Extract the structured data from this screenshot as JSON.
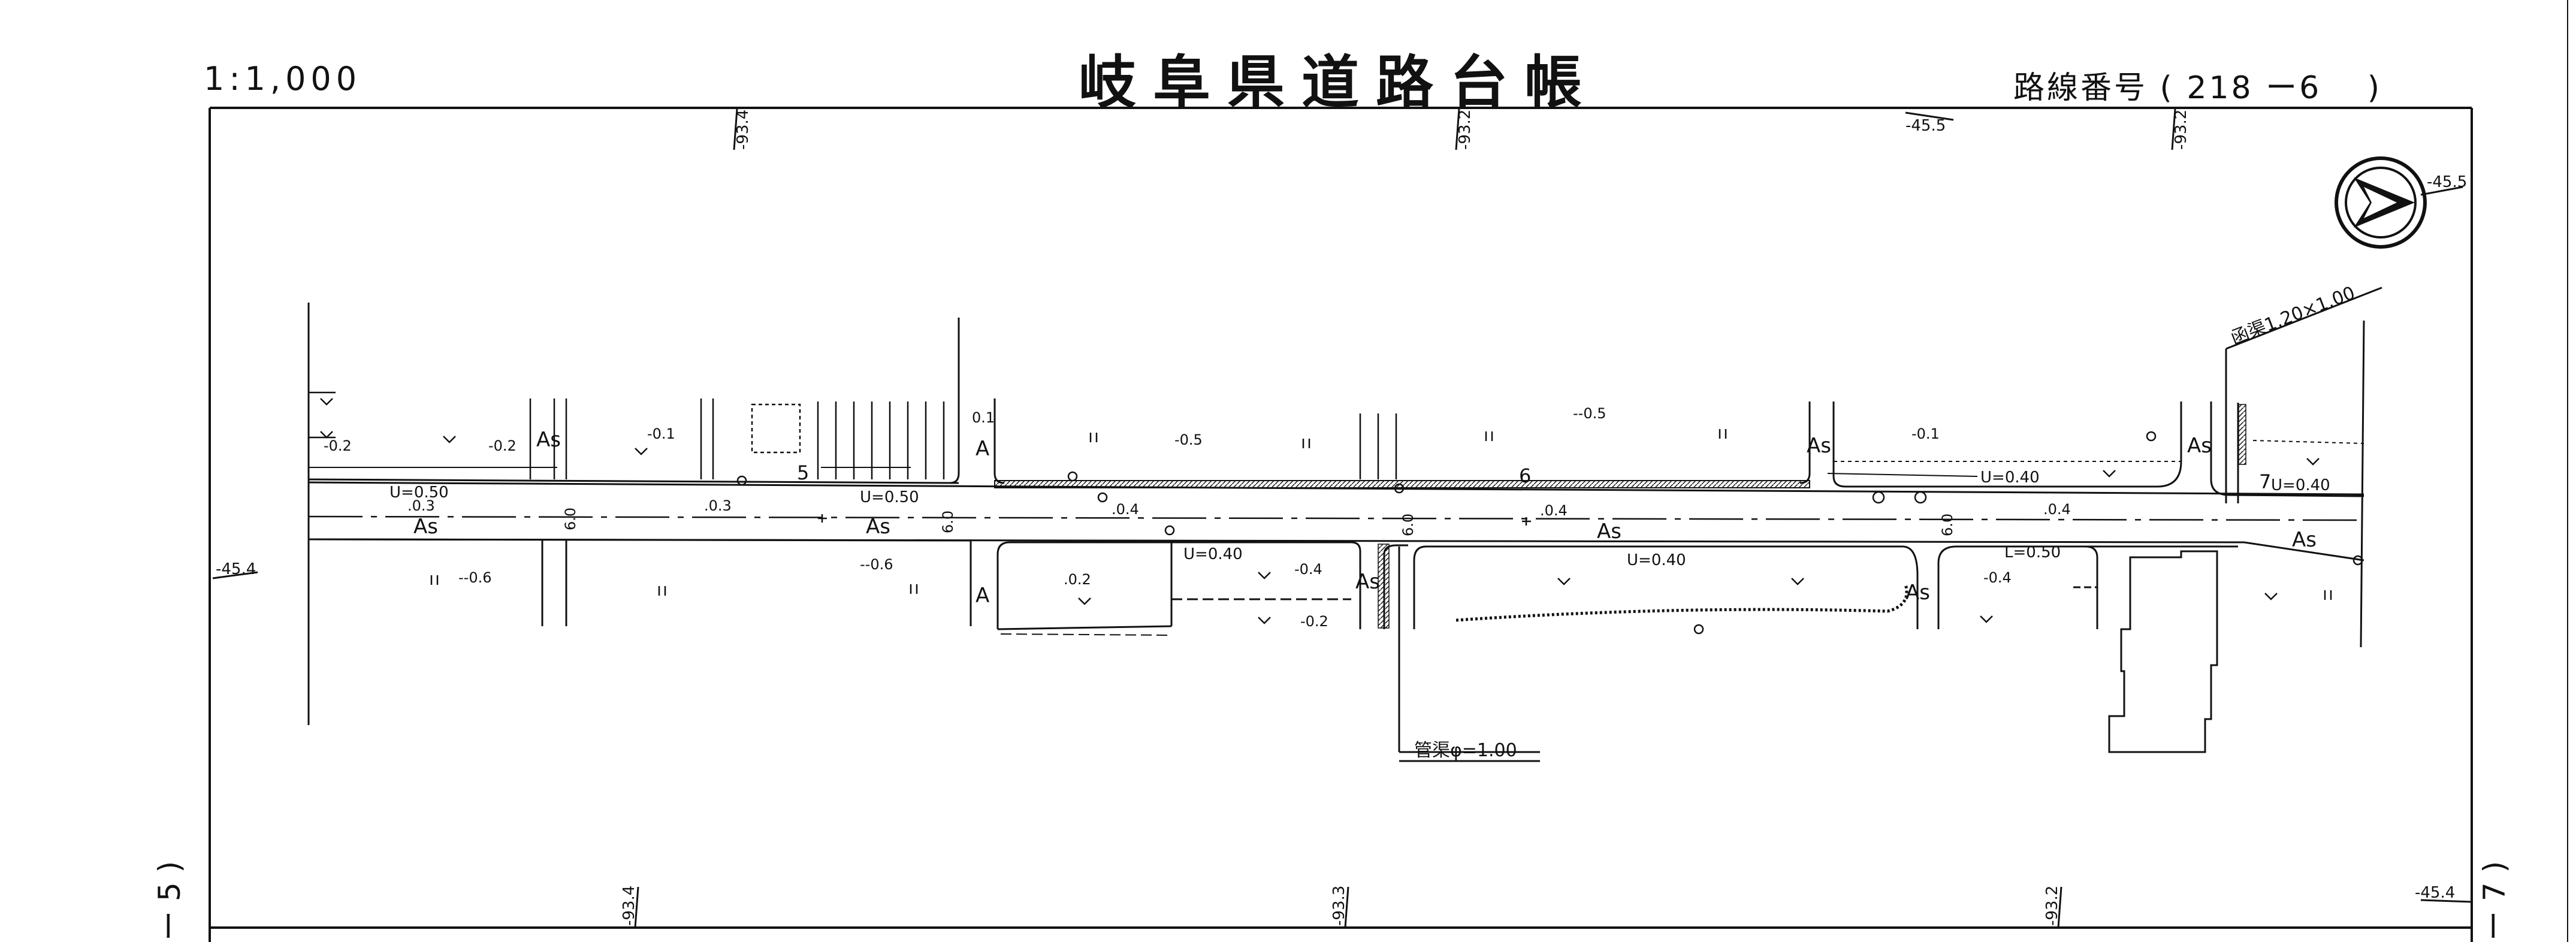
{
  "header": {
    "title": "岐阜県道路台帳",
    "scale": "1:1,000",
    "route_label": "路線番号",
    "route_value": "( 218 ー6　 )"
  },
  "margin_left": {
    "sheet_ref": "ー 5 )"
  },
  "margin_right": {
    "sheet_ref": "ー 7 )"
  },
  "grid_labels": {
    "top_1": "-93.4",
    "top_2": "-93.2",
    "top_3": "-45.5",
    "top_4": "-93.2",
    "right_top": "-45.5",
    "left_mid": "-45.4",
    "bottom_1": "-93.4",
    "bottom_2": "-93.3",
    "bottom_3": "-93.2",
    "bottom_right": "-45.4"
  },
  "annotations": {
    "culvert_box": "函渠1.20×1.00",
    "culvert_pipe": "管渠φ=1.00",
    "block_5": "5",
    "block_6": "6",
    "block_7": "7"
  },
  "surface_labels": {
    "as1": "As",
    "as2": "As",
    "as3": "As",
    "as4": "As",
    "as5": "As",
    "as6": "As",
    "as7": "As",
    "as8": "As",
    "as9": "As",
    "a1": "A",
    "a2": "A"
  },
  "ditch_labels": {
    "u1": "U=0.50",
    "u2": "U=0.50",
    "u3": "U=0.40",
    "u4": "U=0.40",
    "u5": "U=0.40",
    "u6": "U=0.40",
    "l1": "L=0.50"
  },
  "width_labels": {
    "w1": "6.0",
    "w2": "6.0",
    "w3": "6.0",
    "w4": "6.0"
  },
  "elevations": {
    "e1": "-0.2",
    "e2": "-0.2",
    "e3": "-0.1",
    "e4": "-0.5",
    "e5": "--0.5",
    "e6": "-0.1",
    "e7": ".0.3",
    "e8": ".0.3",
    "e9": ".0.4",
    "e10": ".0.4",
    "e11": ".0.4",
    "e12": "--0.6",
    "e13": "--0.6",
    "e14": ".0.2",
    "e15": "-0.4",
    "e16": "-0.2",
    "e17": "-0.4",
    "e18": "0.1"
  },
  "north_arrow": {
    "icon": "north-arrow-icon"
  }
}
